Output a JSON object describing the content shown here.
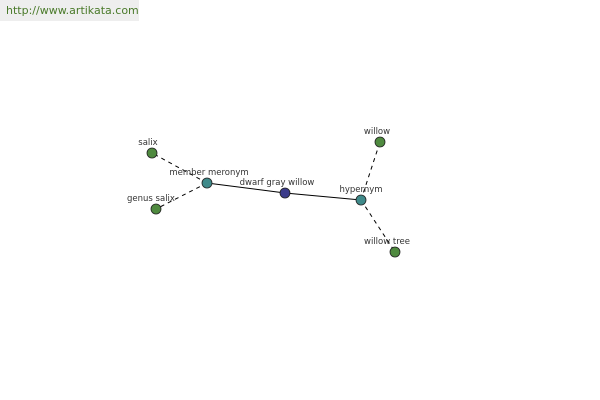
{
  "header": {
    "url": "http://www.artikata.com"
  },
  "graph": {
    "nodes": {
      "center": {
        "label": "dwarf gray willow",
        "color": "#3b3b8a"
      },
      "member_meronym": {
        "label": "member meronym",
        "color": "#3f8a8a"
      },
      "hypernym": {
        "label": "hypernym",
        "color": "#3f8a8a"
      },
      "salix": {
        "label": "salix",
        "color": "#4f8a3f"
      },
      "genus_salix": {
        "label": "genus salix",
        "color": "#4f8a3f"
      },
      "willow": {
        "label": "willow",
        "color": "#4f8a3f"
      },
      "willow_tree": {
        "label": "willow tree",
        "color": "#4f8a3f"
      }
    },
    "edges": [
      {
        "from": "member_meronym",
        "to": "center",
        "style": "solid"
      },
      {
        "from": "center",
        "to": "hypernym",
        "style": "solid"
      },
      {
        "from": "member_meronym",
        "to": "salix",
        "style": "dashed"
      },
      {
        "from": "member_meronym",
        "to": "genus_salix",
        "style": "dashed"
      },
      {
        "from": "hypernym",
        "to": "willow",
        "style": "dashed"
      },
      {
        "from": "hypernym",
        "to": "willow_tree",
        "style": "dashed"
      }
    ]
  }
}
